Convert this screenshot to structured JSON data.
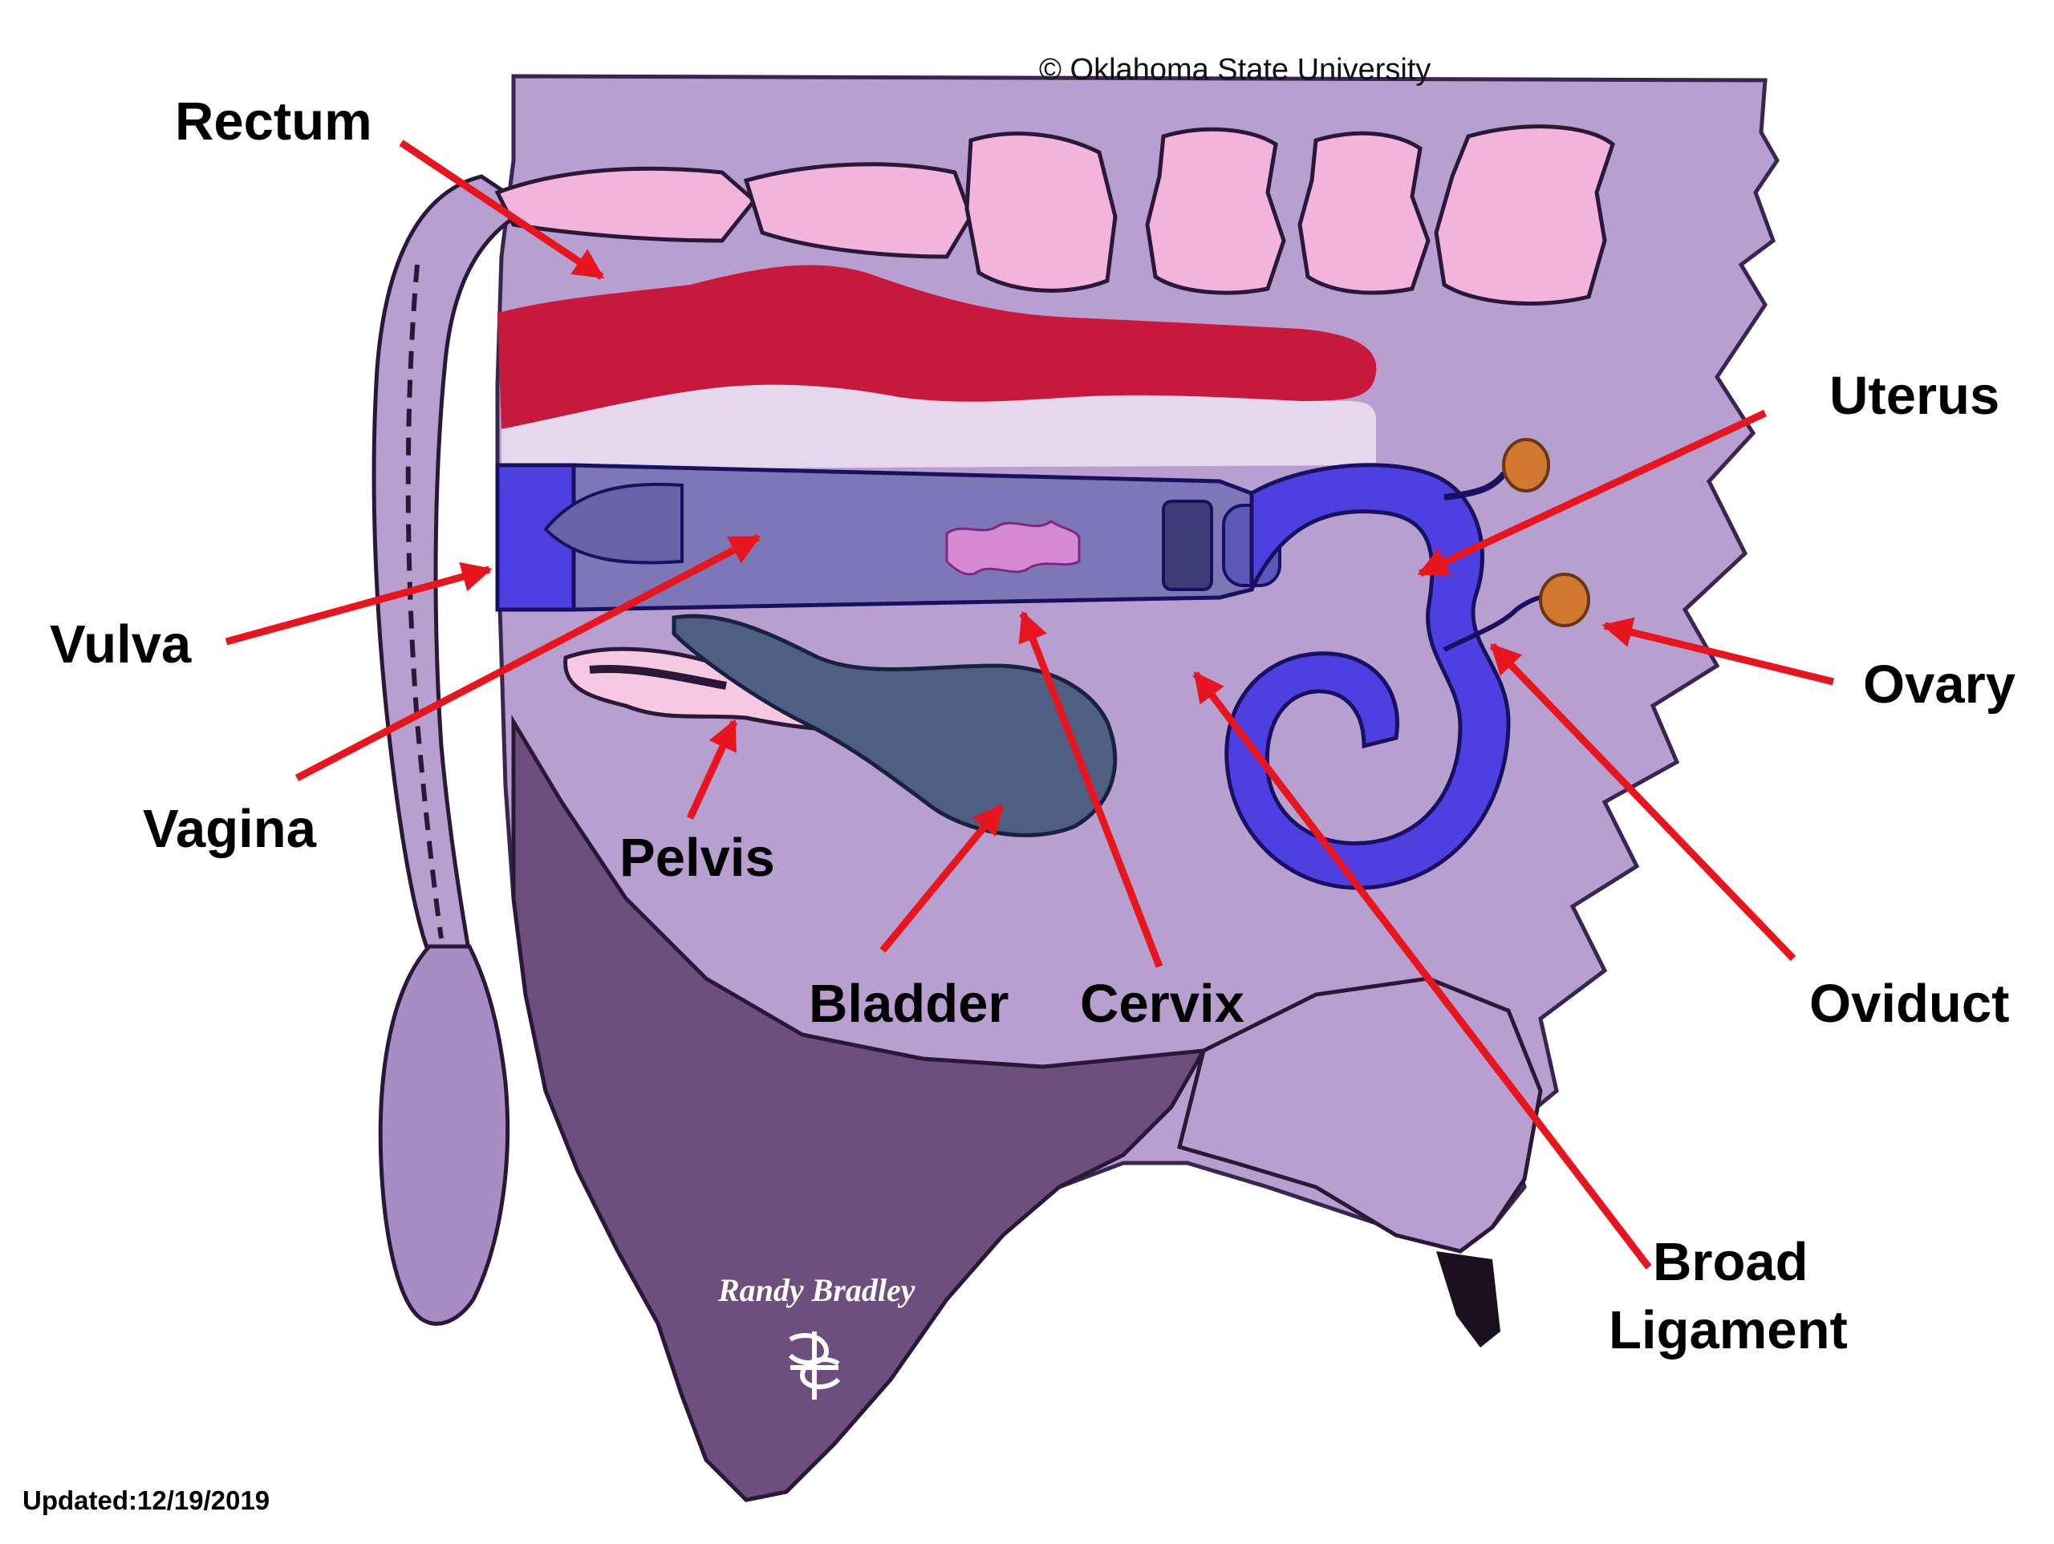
{
  "copyright": "© Oklahoma State University",
  "updated": "Updated:12/19/2019",
  "signature": "Randy Bradley",
  "colors": {
    "background": "#ffffff",
    "body": "#b79fd0",
    "dark_body": "#6e4e7c",
    "spine": "#f2b3dc",
    "rectum": "#c8193c",
    "vagina": "#7d77b7",
    "uterus": "#4d3fe0",
    "bladder": "#4f5f83",
    "ovary": "#d07830",
    "arrow": "#e8141e"
  },
  "labels": {
    "rectum": "Rectum",
    "uterus": "Uterus",
    "vulva": "Vulva",
    "ovary": "Ovary",
    "vagina": "Vagina",
    "pelvis": "Pelvis",
    "bladder": "Bladder",
    "cervix": "Cervix",
    "oviduct": "Oviduct",
    "broad_ligament_line1": "Broad",
    "broad_ligament_line2": "Ligament"
  }
}
